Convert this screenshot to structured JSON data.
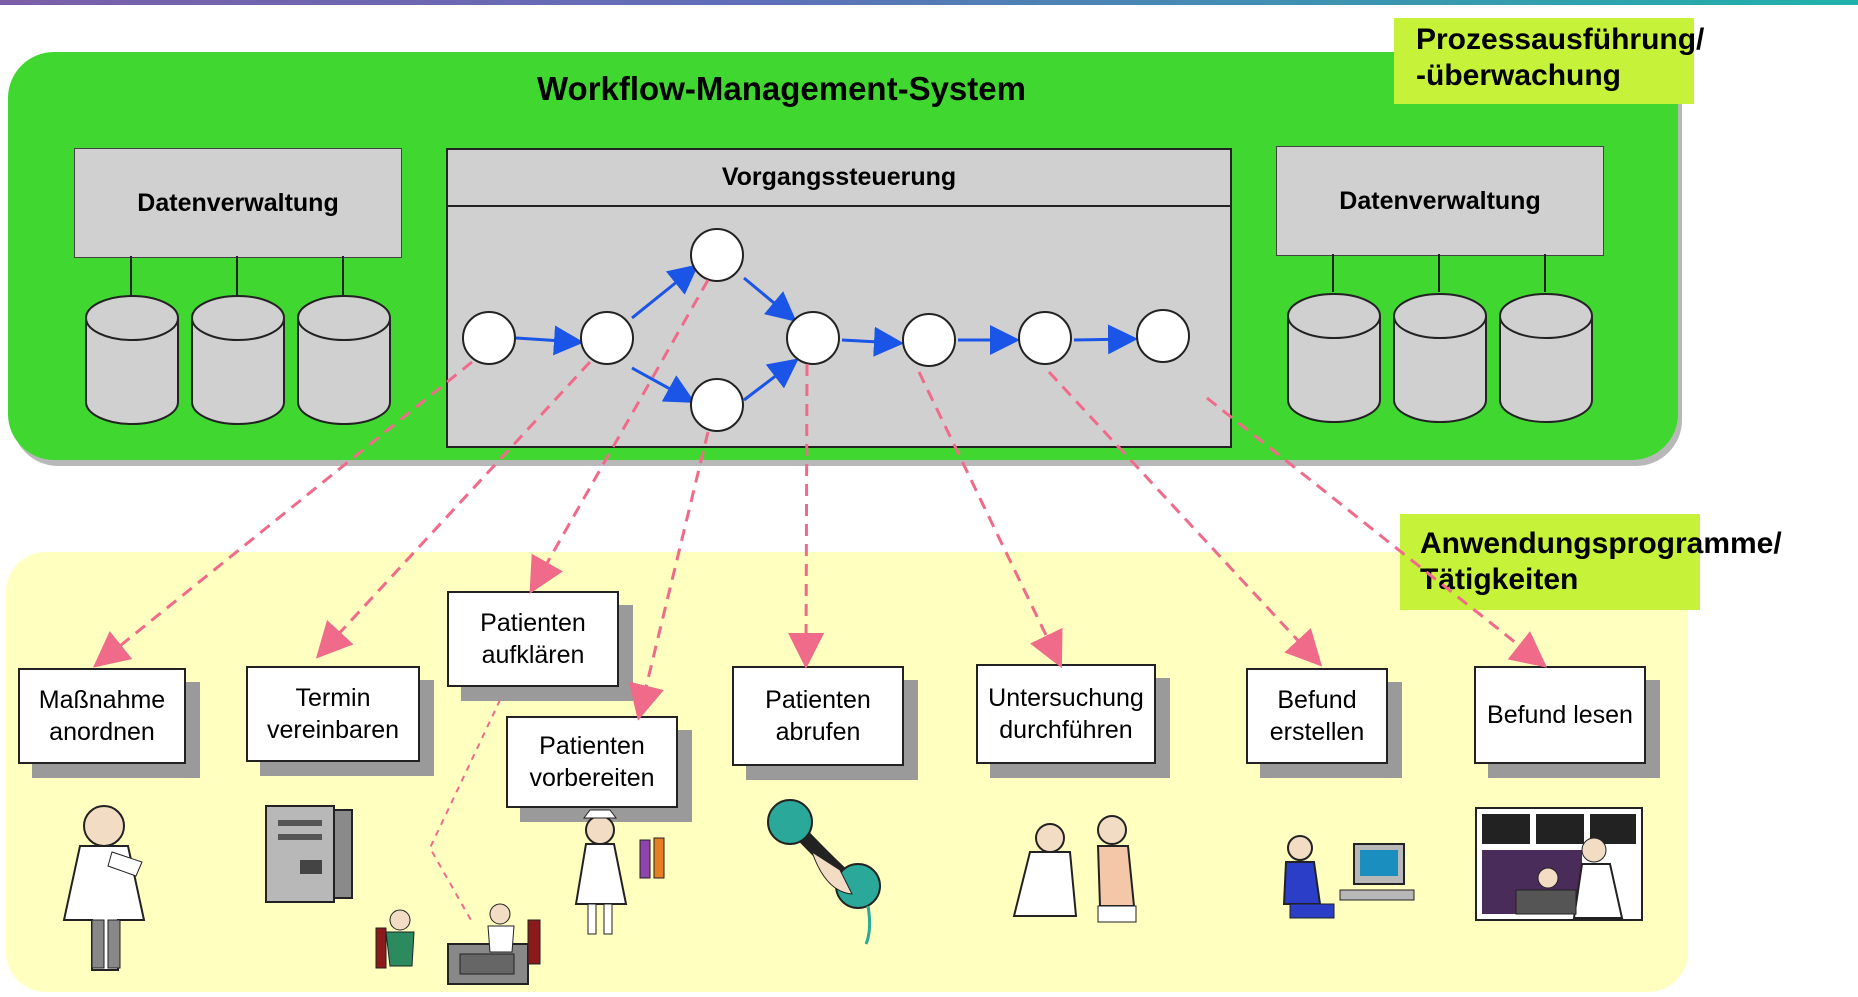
{
  "header": {
    "process_label": "Prozessausführung/ -überwachung",
    "apps_label": "Anwendungsprogramme/ Tätigkeiten"
  },
  "wms": {
    "title": "Workflow-Management-System",
    "left_store": "Datenverwaltung",
    "right_store": "Datenverwaltung",
    "control": "Vorgangssteuerung"
  },
  "tasks": [
    {
      "text": "Maßnahme anordnen"
    },
    {
      "text": "Termin vereinbaren"
    },
    {
      "text": "Patienten aufklären"
    },
    {
      "text": "Patienten vorbereiten"
    },
    {
      "text": "Patienten abrufen"
    },
    {
      "text": "Untersuchung durchführen"
    },
    {
      "text": "Befund erstellen"
    },
    {
      "text": "Befund lesen"
    }
  ],
  "colors": {
    "wms_green": "#40d830",
    "apps_yellow": "#ffffc0",
    "label_green": "#c6f23a",
    "flow_arrow": "#1a55e8",
    "dashed_arrow": "#f06a8a"
  }
}
